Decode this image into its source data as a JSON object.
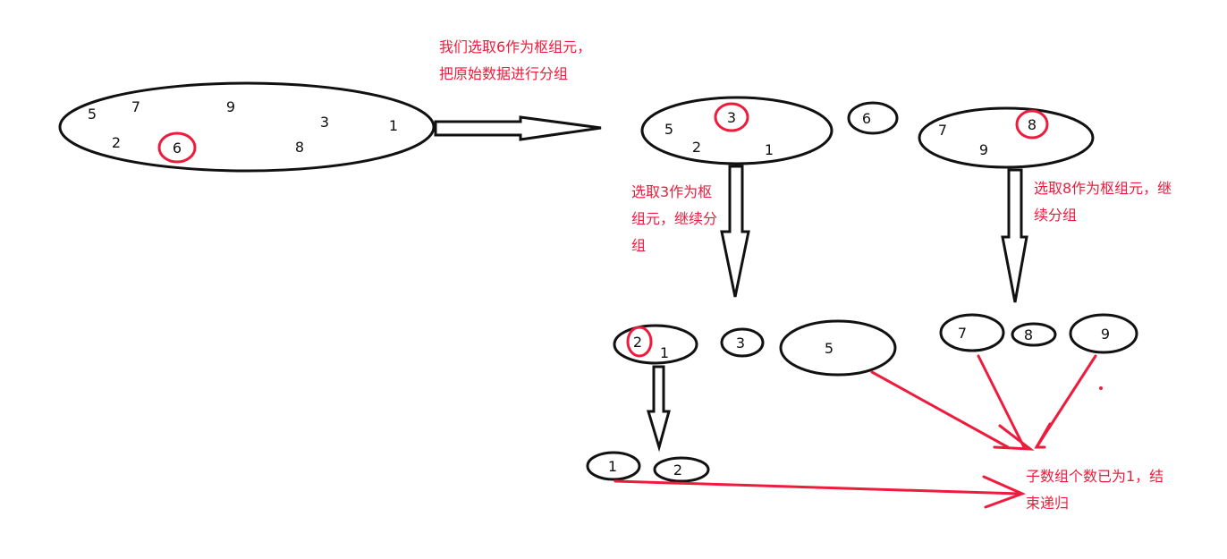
{
  "colors": {
    "line": "#111111",
    "highlight": "#ee1c3c"
  },
  "notes": {
    "step1": "我们选取6作为枢组元，把原始数据进行分组",
    "step2": "选取3作为枢组元，继续分组",
    "step3": "选取8作为枢组元，继续分组",
    "end": "子数组个数已为1，结束递归"
  },
  "groups": {
    "original": {
      "values": [
        "5",
        "7",
        "9",
        "3",
        "1",
        "2",
        "6",
        "8"
      ],
      "pivot": "6"
    },
    "left": {
      "values": [
        "3",
        "5",
        "2",
        "1"
      ],
      "pivot": "3"
    },
    "pivot_single": {
      "values": [
        "6"
      ]
    },
    "right": {
      "values": [
        "8",
        "7",
        "9"
      ],
      "pivot": "8"
    },
    "left_sub": {
      "values": [
        "2",
        "1"
      ],
      "pivot": "2"
    },
    "left_pivot_single": {
      "values": [
        "3"
      ]
    },
    "left_right_single": {
      "values": [
        "5"
      ]
    },
    "right_left_single": {
      "values": [
        "7"
      ]
    },
    "right_pivot_single": {
      "values": [
        "8"
      ]
    },
    "right_right_single": {
      "values": [
        "9"
      ]
    },
    "final_a": {
      "values": [
        "1"
      ]
    },
    "final_b": {
      "values": [
        "2"
      ]
    }
  }
}
